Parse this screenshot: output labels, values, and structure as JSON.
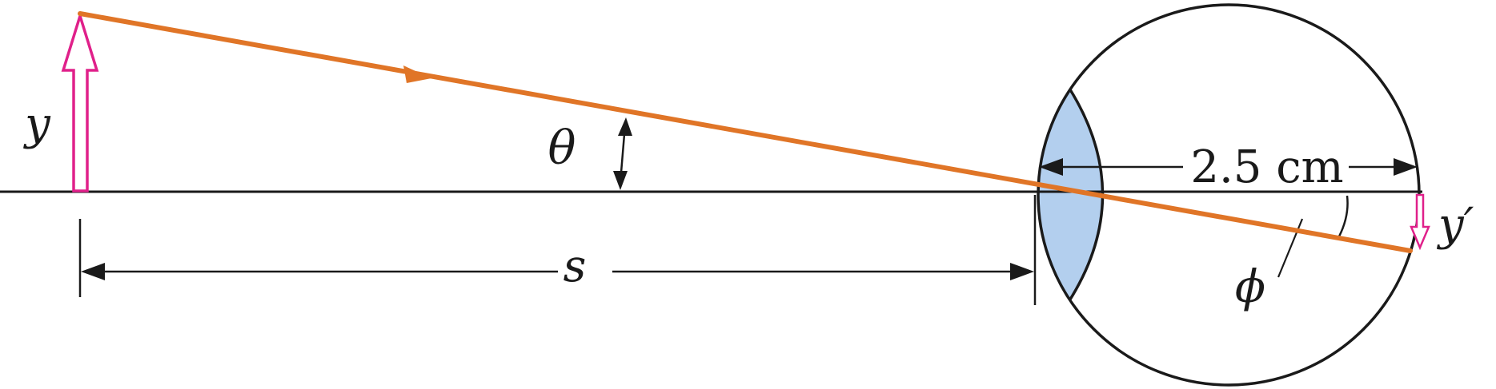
{
  "labels": {
    "object_height": "y",
    "image_height": "y′",
    "object_distance": "s",
    "angle_object": "θ",
    "angle_image": "ϕ",
    "eye_depth": "2.5 cm"
  },
  "colors": {
    "ray": "#E07527",
    "object_arrow": "#E0208A",
    "lens_fill": "#B3CFEE",
    "line": "#1a1a1a"
  }
}
